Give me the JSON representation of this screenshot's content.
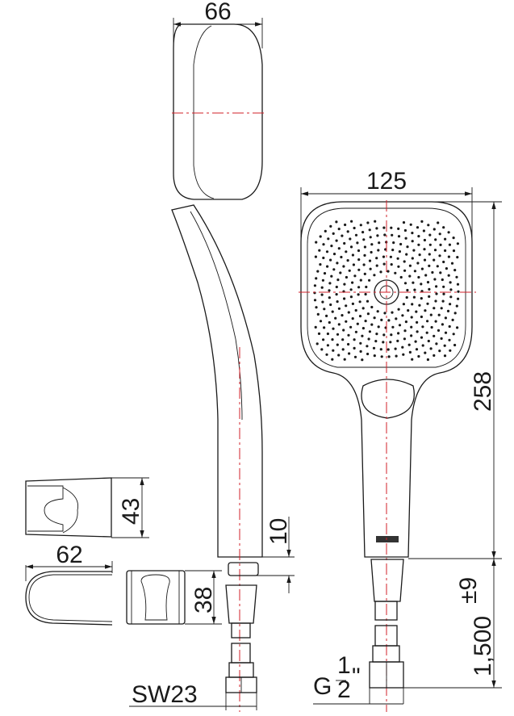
{
  "dimensions": {
    "head_depth": "66",
    "head_width": "125",
    "handshower_length": "258",
    "hose_length": "1,500",
    "hose_tolerance": "±9",
    "nut_offset": "10",
    "holder_height": "43",
    "holder_depth": "62",
    "holder_width": "38",
    "wrench_size": "SW23",
    "thread_prefix": "G",
    "thread_num": "1",
    "thread_den": "2",
    "thread_suffix": "\""
  },
  "colors": {
    "line": "#1a1a1a",
    "centerline": "#d0202a"
  }
}
